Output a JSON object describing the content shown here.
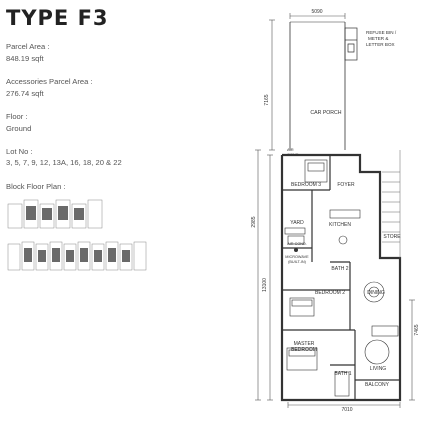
{
  "title": "TYPE F3",
  "parcel_area": {
    "label": "Parcel Area :",
    "value": "848.19 sqft"
  },
  "accessories_area": {
    "label": "Accessories Parcel Area :",
    "value": "276.74 sqft"
  },
  "floor": {
    "label": "Floor :",
    "value": "Ground"
  },
  "lot_no": {
    "label": "Lot No :",
    "value": "3, 5, 7, 9, 12, 13A, 16, 18, 20 & 22"
  },
  "block_floor_plan": {
    "label": "Block Floor Plan :"
  },
  "dimensions": {
    "top_width": "5090",
    "bottom_width": "7010",
    "left_top": "7165",
    "left_mid": "2985",
    "left_bottom": "13100",
    "right_bottom": "7465"
  },
  "rooms": {
    "refuse": [
      "REFUSE BIN /",
      "METER &",
      "LETTER BOX"
    ],
    "car_porch": "CAR PORCH",
    "air_cond": [
      "AIR",
      "COND."
    ],
    "bedroom3": "BEDROOM 3",
    "foyer": "FOYER",
    "yard": "YARD",
    "kitchen": "KITCHEN",
    "store": "STORE",
    "air_cond_2": "AIR COND.",
    "microwave": [
      "MICROWAVE",
      "(BUILT-IN)"
    ],
    "bath2": "BATH 2",
    "dining": "DINING",
    "bedroom2": "BEDROOM 2",
    "master_bedroom": [
      "MASTER",
      "BEDROOM"
    ],
    "living": "LIVING",
    "bath1": "BATH 1",
    "balcony": "BALCONY"
  },
  "colors": {
    "line": "#333333",
    "highlight": "#6a6a6a",
    "text": "#555555"
  }
}
